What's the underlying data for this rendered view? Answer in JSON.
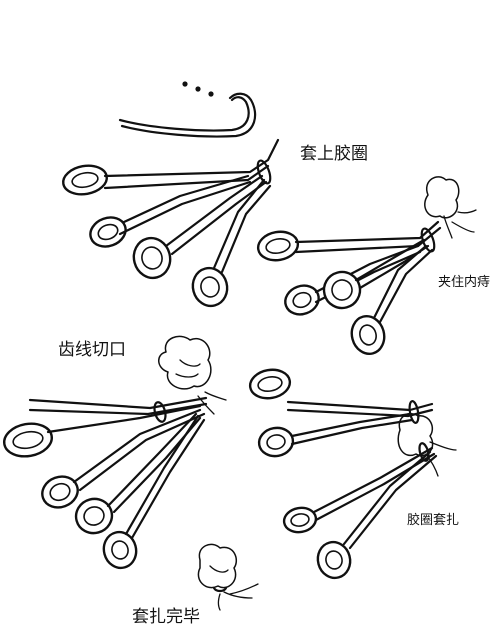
{
  "labels": {
    "step1": "套上胶圈",
    "step2": "夹住内痔",
    "step3": "齿线切口",
    "step4": "胶圈套扎",
    "step5": "套扎完毕"
  }
}
